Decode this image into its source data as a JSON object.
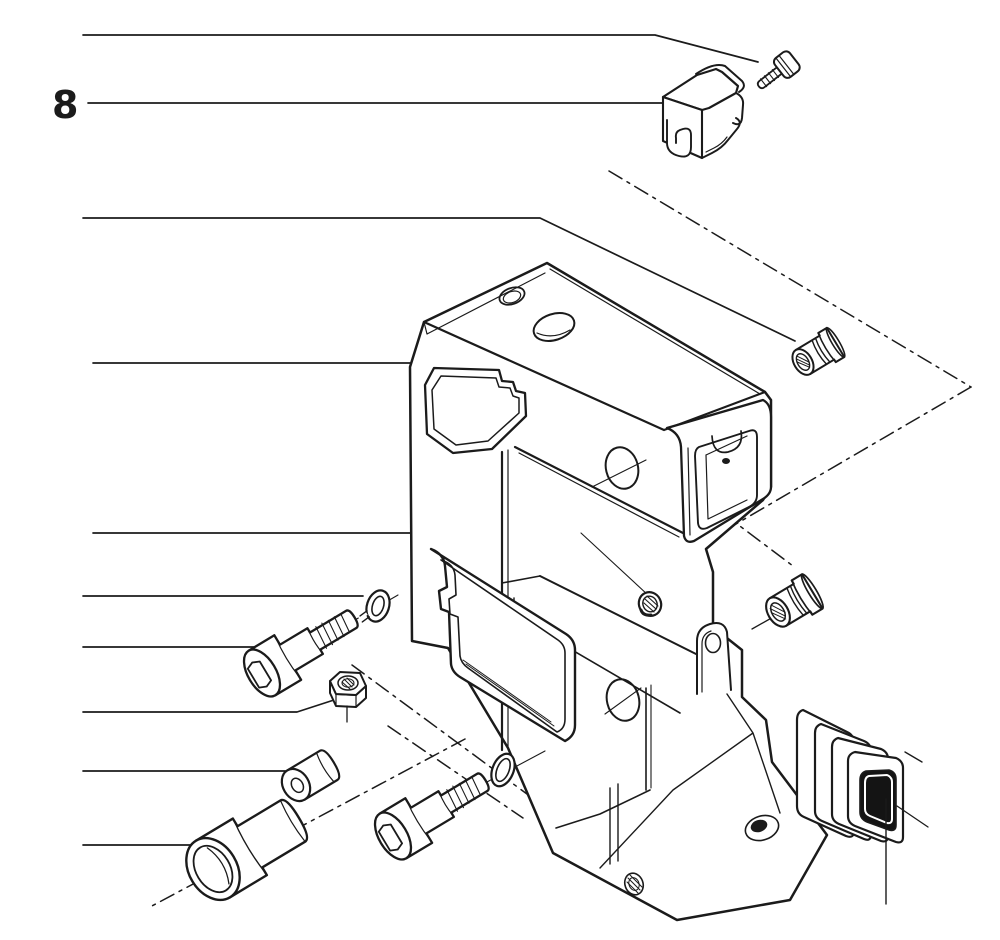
{
  "figure": {
    "type": "exploded-parts-diagram",
    "label": "8",
    "colors": {
      "ink": "#1b1b1b",
      "paper": "#ffffff",
      "pad_fill": "#141414"
    },
    "parts": [
      {
        "name": "pan-head-screw",
        "callout": ""
      },
      {
        "name": "clamp-clip",
        "callout": "8"
      },
      {
        "name": "round-flanged-nut-upper",
        "callout": ""
      },
      {
        "name": "housing-body",
        "callout": ""
      },
      {
        "name": "set-screw",
        "callout": ""
      },
      {
        "name": "lock-washer",
        "callout": ""
      },
      {
        "name": "socket-head-screw-upper",
        "callout": ""
      },
      {
        "name": "hex-nut",
        "callout": ""
      },
      {
        "name": "spacer-bushing",
        "callout": ""
      },
      {
        "name": "stepped-bushing",
        "callout": ""
      },
      {
        "name": "socket-head-screw-lower",
        "callout": ""
      },
      {
        "name": "o-ring",
        "callout": ""
      },
      {
        "name": "round-flanged-nut-right",
        "callout": ""
      },
      {
        "name": "bellows-stack",
        "callout": ""
      },
      {
        "name": "contact-pad",
        "callout": ""
      }
    ]
  }
}
